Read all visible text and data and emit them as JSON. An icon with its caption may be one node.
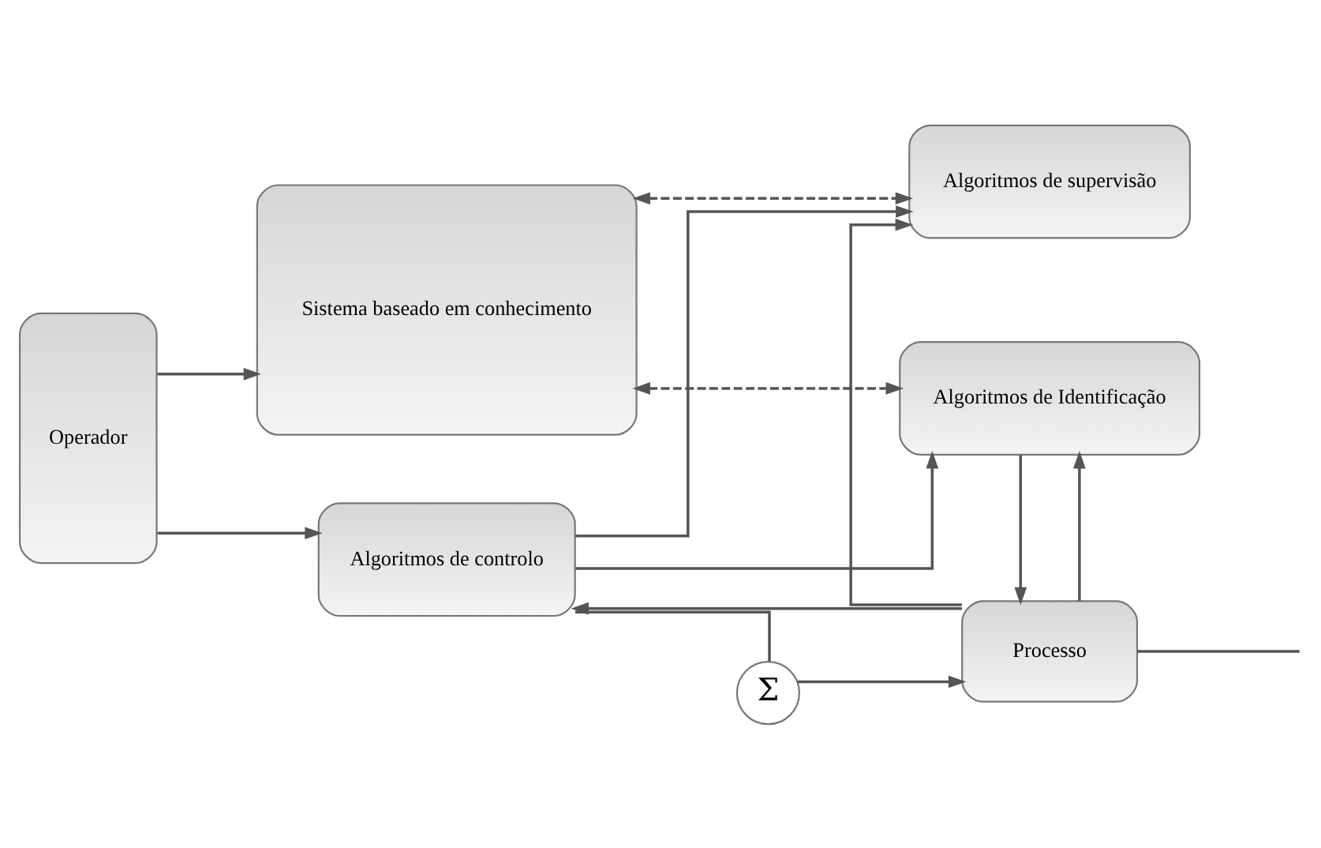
{
  "diagram": {
    "nodes": [
      {
        "text": [
          "Operador"
        ]
      },
      {
        "text": [
          "Sistema baseado em conhecimento"
        ]
      },
      {
        "text": [
          "Algoritmos de supervisão"
        ]
      },
      {
        "text": [
          "Algoritmos de Identificação"
        ]
      },
      {
        "text": [
          "Algoritmos de controlo"
        ]
      },
      {
        "text": [
          "Σ"
        ]
      },
      {
        "text": [
          "Processo"
        ]
      }
    ],
    "edges": [
      {
        "from": 0,
        "to": 1,
        "arrow": "to"
      },
      {
        "from": 1,
        "to": 2,
        "arrow": "both",
        "style": "dashed"
      },
      {
        "from": 1,
        "to": 3,
        "arrow": "both",
        "style": "dashed"
      },
      {
        "from": 0,
        "to": 4,
        "arrow": "to"
      },
      {
        "from": 4,
        "to": 2,
        "arrow": "to"
      },
      {
        "from": 4,
        "to": 3,
        "arrow": "to"
      },
      {
        "from": 4,
        "to": 5,
        "arrow": "none"
      },
      {
        "from": 5,
        "to": 6,
        "arrow": "to"
      },
      {
        "from": 3,
        "to": 6,
        "arrow": "to"
      },
      {
        "from": 6,
        "to": 2,
        "arrow": "to"
      },
      {
        "from": 6,
        "to": 3,
        "arrow": "to"
      },
      {
        "from": 6,
        "to": 4,
        "arrow": "to"
      },
      {
        "from": 6,
        "to": null,
        "arrow": "none"
      }
    ]
  }
}
